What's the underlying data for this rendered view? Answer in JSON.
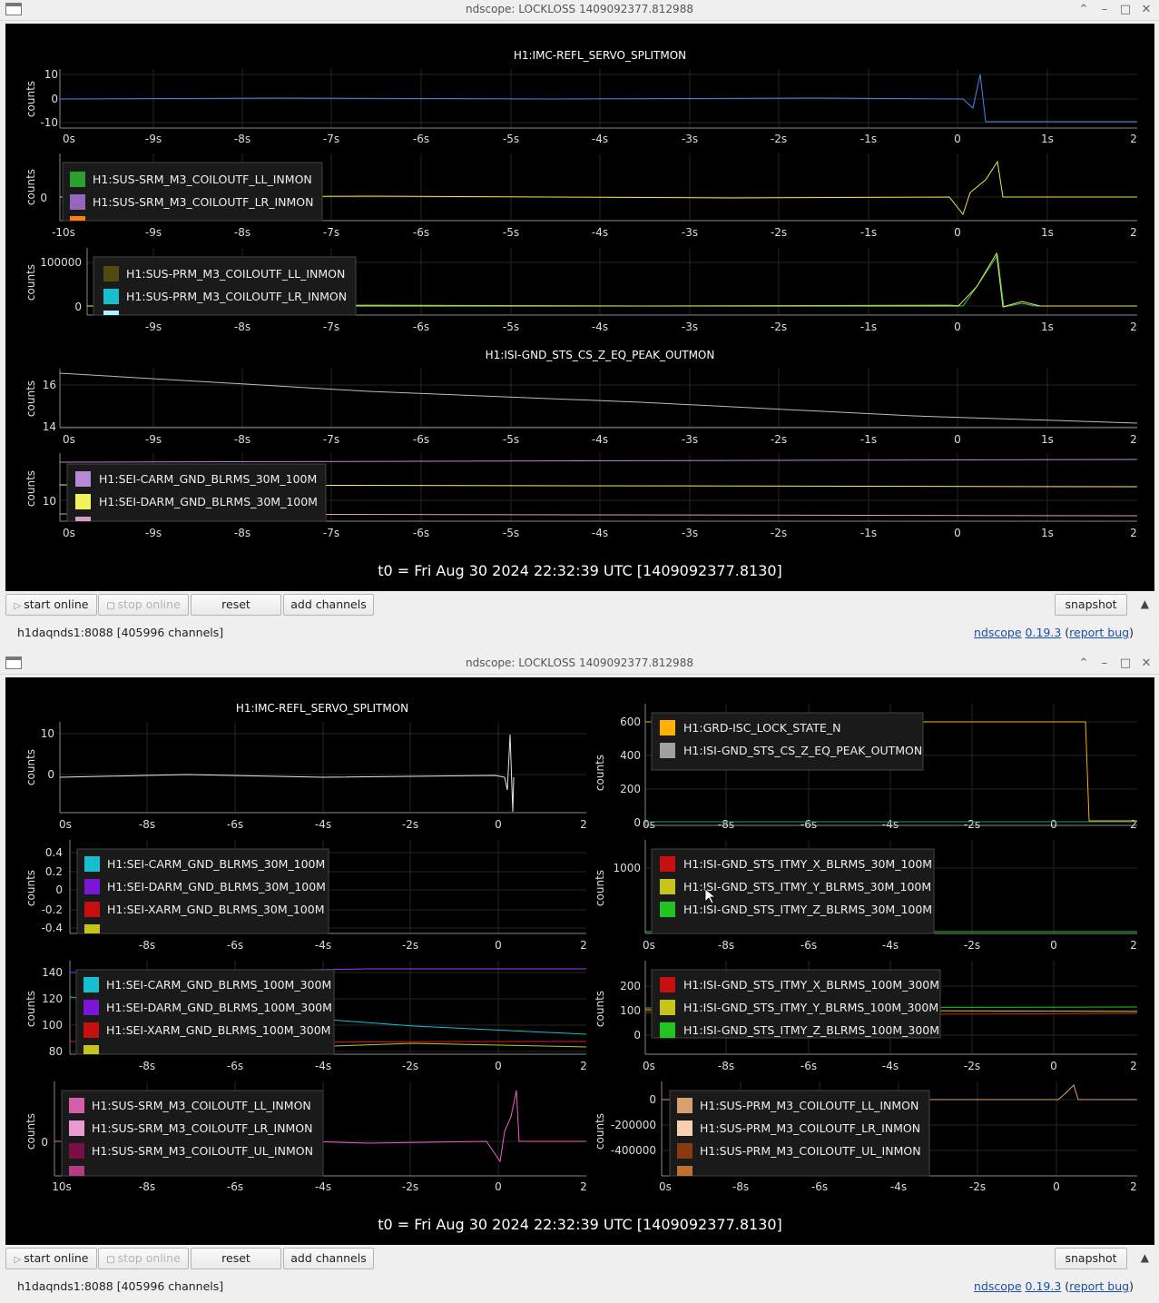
{
  "windows": [
    {
      "title": "ndscope: LOCKLOSS 1409092377.812988",
      "t0": "t0 = Fri Aug 30 2024 22:32:39 UTC [1409092377.8130]",
      "buttons": {
        "start": "start online",
        "stop": "stop online",
        "reset": "reset",
        "add": "add channels",
        "snapshot": "snapshot"
      },
      "status": "h1daqnds1:8088  [405996 channels]",
      "version": {
        "name": "ndscope",
        "num": "0.19.3",
        "bug": "report bug"
      },
      "plots": [
        {
          "title": "H1:IMC-REFL_SERVO_SPLITMON",
          "ylabel": "counts",
          "yticks": [
            "10",
            "0",
            "-10"
          ],
          "xticks": [
            "0s",
            "-9s",
            "-8s",
            "-7s",
            "-6s",
            "-5s",
            "-4s",
            "-3s",
            "-2s",
            "-1s",
            "0",
            "1s",
            "2"
          ],
          "legend": []
        },
        {
          "title": "",
          "ylabel": "counts",
          "yticks": [
            "0"
          ],
          "xticks": [
            "-10s",
            "-9s",
            "-8s",
            "-7s",
            "-6s",
            "-5s",
            "-4s",
            "-3s",
            "-2s",
            "-1s",
            "0",
            "1s",
            "2"
          ],
          "legend": [
            {
              "label": "H1:SUS-SRM_M3_COILOUTF_LL_INMON",
              "color": "#2ca02c"
            },
            {
              "label": "H1:SUS-SRM_M3_COILOUTF_LR_INMON",
              "color": "#9467bd"
            }
          ]
        },
        {
          "title": "",
          "ylabel": "counts",
          "yticks": [
            "100000",
            "0"
          ],
          "xticks": [
            "-9s",
            "-8s",
            "-7s",
            "-6s",
            "-5s",
            "-4s",
            "-3s",
            "-2s",
            "-1s",
            "0",
            "1s",
            "2"
          ],
          "legend": [
            {
              "label": "H1:SUS-PRM_M3_COILOUTF_LL_INMON",
              "color": "#4e4a12"
            },
            {
              "label": "H1:SUS-PRM_M3_COILOUTF_LR_INMON",
              "color": "#17becf"
            }
          ]
        },
        {
          "title": "H1:ISI-GND_STS_CS_Z_EQ_PEAK_OUTMON",
          "ylabel": "counts",
          "yticks": [
            "16",
            "14"
          ],
          "xticks": [
            "0s",
            "-9s",
            "-8s",
            "-7s",
            "-6s",
            "-5s",
            "-4s",
            "-3s",
            "-2s",
            "-1s",
            "0",
            "1s",
            "2"
          ],
          "legend": []
        },
        {
          "title": "",
          "ylabel": "counts",
          "yticks": [
            "10"
          ],
          "xticks": [
            "0s",
            "-9s",
            "-8s",
            "-7s",
            "-6s",
            "-5s",
            "-4s",
            "-3s",
            "-2s",
            "-1s",
            "0",
            "1s",
            "2"
          ],
          "legend": [
            {
              "label": "H1:SEI-CARM_GND_BLRMS_30M_100M",
              "color": "#b48ad6"
            },
            {
              "label": "H1:SEI-DARM_GND_BLRMS_30M_100M",
              "color": "#f2f25a"
            }
          ]
        }
      ]
    },
    {
      "title": "ndscope: LOCKLOSS 1409092377.812988",
      "t0": "t0 = Fri Aug 30 2024 22:32:39 UTC [1409092377.8130]",
      "buttons": {
        "start": "start online",
        "stop": "stop online",
        "reset": "reset",
        "add": "add channels",
        "snapshot": "snapshot"
      },
      "status": "h1daqnds1:8088  [405996 channels]",
      "version": {
        "name": "ndscope",
        "num": "0.19.3",
        "bug": "report bug"
      },
      "plots": [
        {
          "title": "H1:IMC-REFL_SERVO_SPLITMON",
          "ylabel": "counts",
          "yticks": [
            "10",
            "0"
          ],
          "xticks": [
            "0s",
            "-8s",
            "-6s",
            "-4s",
            "-2s",
            "0",
            "2"
          ],
          "legend": []
        },
        {
          "title": "",
          "ylabel": "counts",
          "yticks": [
            "600",
            "400",
            "200",
            "0"
          ],
          "xticks": [
            "0s",
            "-8s",
            "-6s",
            "-4s",
            "-2s",
            "0",
            "2"
          ],
          "legend": [
            {
              "label": "H1:GRD-ISC_LOCK_STATE_N",
              "color": "#ffb000"
            },
            {
              "label": "H1:ISI-GND_STS_CS_Z_EQ_PEAK_OUTMON",
              "color": "#a0a0a0"
            }
          ]
        },
        {
          "title": "",
          "ylabel": "counts",
          "yticks": [
            "0.4",
            "0.2",
            "0",
            "-0.2",
            "-0.4"
          ],
          "xticks": [
            "-8s",
            "-6s",
            "-4s",
            "-2s",
            "0",
            "2"
          ],
          "legend": [
            {
              "label": "H1:SEI-CARM_GND_BLRMS_30M_100M",
              "color": "#17becf"
            },
            {
              "label": "H1:SEI-DARM_GND_BLRMS_30M_100M",
              "color": "#7b16d8"
            },
            {
              "label": "H1:SEI-XARM_GND_BLRMS_30M_100M",
              "color": "#c80f0f"
            }
          ]
        },
        {
          "title": "",
          "ylabel": "counts",
          "yticks": [
            "1000"
          ],
          "xticks": [
            "0s",
            "-8s",
            "-6s",
            "-4s",
            "-2s",
            "0",
            "2"
          ],
          "legend": [
            {
              "label": "H1:ISI-GND_STS_ITMY_X_BLRMS_30M_100M",
              "color": "#c80f0f"
            },
            {
              "label": "H1:ISI-GND_STS_ITMY_Y_BLRMS_30M_100M",
              "color": "#c4c41a"
            },
            {
              "label": "H1:ISI-GND_STS_ITMY_Z_BLRMS_30M_100M",
              "color": "#22c422"
            }
          ]
        },
        {
          "title": "",
          "ylabel": "counts",
          "yticks": [
            "140",
            "120",
            "100",
            "80"
          ],
          "xticks": [
            "-8s",
            "-6s",
            "-4s",
            "-2s",
            "0",
            "2"
          ],
          "legend": [
            {
              "label": "H1:SEI-CARM_GND_BLRMS_100M_300M",
              "color": "#17becf"
            },
            {
              "label": "H1:SEI-DARM_GND_BLRMS_100M_300M",
              "color": "#7b16d8"
            },
            {
              "label": "H1:SEI-XARM_GND_BLRMS_100M_300M",
              "color": "#c80f0f"
            }
          ]
        },
        {
          "title": "",
          "ylabel": "counts",
          "yticks": [
            "200",
            "100",
            "0"
          ],
          "xticks": [
            "0s",
            "-8s",
            "-6s",
            "-4s",
            "-2s",
            "0",
            "2"
          ],
          "legend": [
            {
              "label": "H1:ISI-GND_STS_ITMY_X_BLRMS_100M_300M",
              "color": "#c80f0f"
            },
            {
              "label": "H1:ISI-GND_STS_ITMY_Y_BLRMS_100M_300M",
              "color": "#c4c41a"
            },
            {
              "label": "H1:ISI-GND_STS_ITMY_Z_BLRMS_100M_300M",
              "color": "#22c422"
            }
          ]
        },
        {
          "title": "",
          "ylabel": "counts",
          "yticks": [
            "0"
          ],
          "xticks": [
            "10s",
            "-8s",
            "-6s",
            "-4s",
            "-2s",
            "0",
            "2"
          ],
          "legend": [
            {
              "label": "H1:SUS-SRM_M3_COILOUTF_LL_INMON",
              "color": "#d45fa8"
            },
            {
              "label": "H1:SUS-SRM_M3_COILOUTF_LR_INMON",
              "color": "#ea9ad2"
            },
            {
              "label": "H1:SUS-SRM_M3_COILOUTF_UL_INMON",
              "color": "#7a0f45"
            }
          ]
        },
        {
          "title": "",
          "ylabel": "counts",
          "yticks": [
            "0",
            "-200000",
            "-400000"
          ],
          "xticks": [
            "0s",
            "-8s",
            "-6s",
            "-4s",
            "-2s",
            "0",
            "2"
          ],
          "legend": [
            {
              "label": "H1:SUS-PRM_M3_COILOUTF_LL_INMON",
              "color": "#d8a070"
            },
            {
              "label": "H1:SUS-PRM_M3_COILOUTF_LR_INMON",
              "color": "#f8cfb0"
            },
            {
              "label": "H1:SUS-PRM_M3_COILOUTF_UL_INMON",
              "color": "#8a3a10"
            }
          ]
        }
      ]
    }
  ]
}
